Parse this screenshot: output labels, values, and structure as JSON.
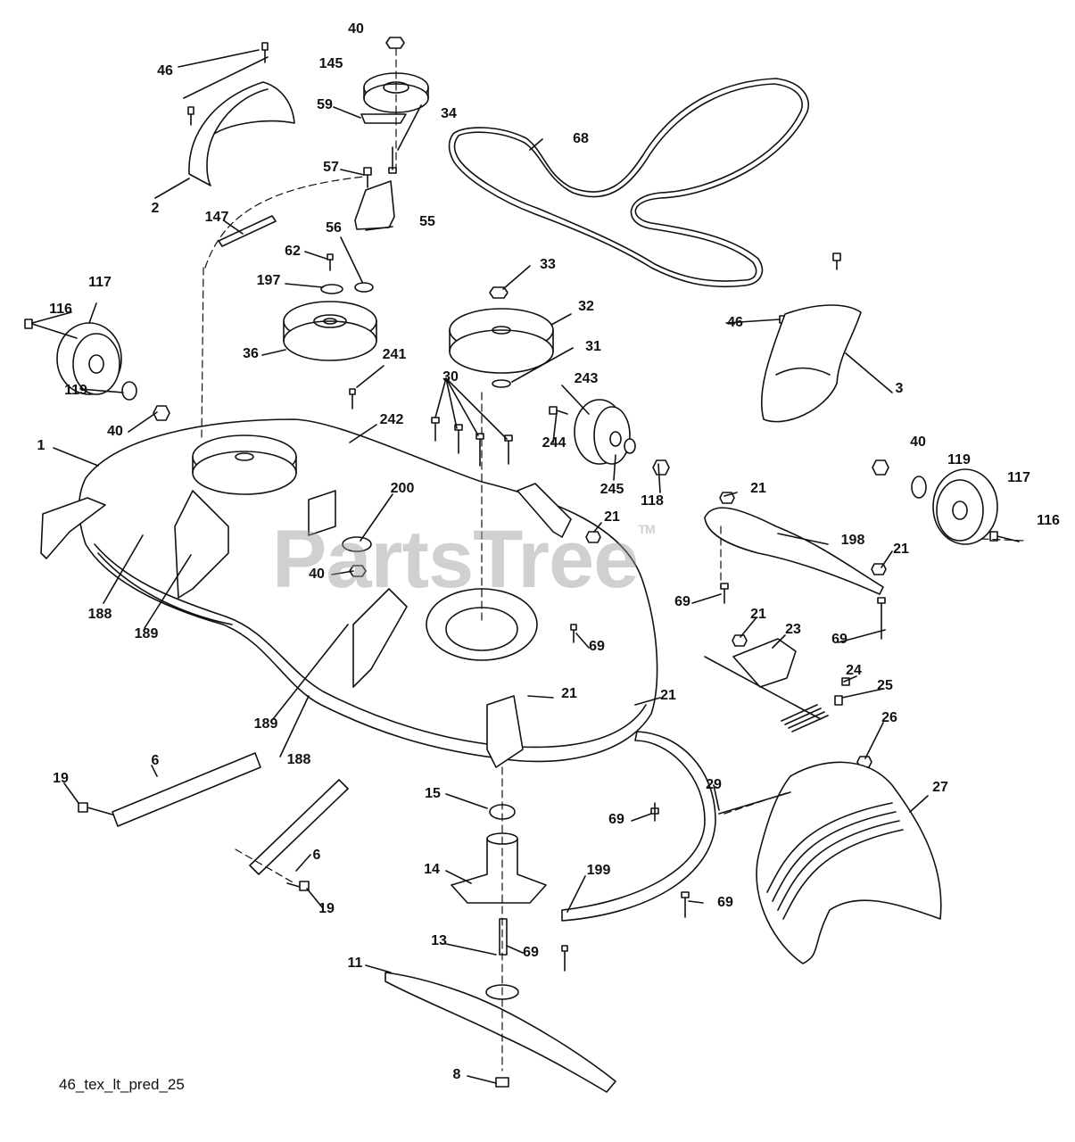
{
  "diagram": {
    "drawing_id": "46_tex_lt_pred_25",
    "watermark": "PartsTree",
    "watermark_mark": "TM",
    "callouts": [
      "40",
      "145",
      "46",
      "59",
      "34",
      "68",
      "2",
      "57",
      "147",
      "55",
      "56",
      "62",
      "197",
      "36",
      "33",
      "32",
      "31",
      "117",
      "116",
      "119",
      "40",
      "241",
      "30",
      "243",
      "46",
      "3",
      "1",
      "242",
      "244",
      "245",
      "118",
      "40",
      "119",
      "117",
      "116",
      "200",
      "21",
      "21",
      "198",
      "21",
      "40",
      "69",
      "188",
      "189",
      "69",
      "21",
      "23",
      "69",
      "24",
      "25",
      "189",
      "188",
      "21",
      "21",
      "26",
      "6",
      "19",
      "15",
      "29",
      "27",
      "6",
      "69",
      "19",
      "14",
      "199",
      "69",
      "13",
      "69",
      "11",
      "8"
    ]
  }
}
